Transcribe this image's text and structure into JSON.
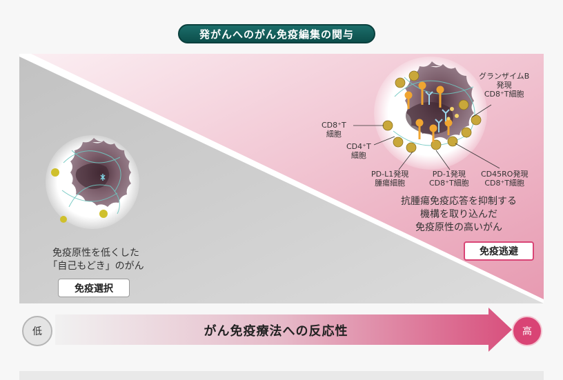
{
  "title": "発がんへのがん免疫編集の関与",
  "left_panel": {
    "description_line1": "免疫原性を低くした",
    "description_line2": "「自己もどき」のがん",
    "tag": "免疫選択"
  },
  "right_panel": {
    "labels": {
      "granzyme_line1": "グランザイムB",
      "granzyme_line2": "発現",
      "granzyme_line3": "CD8⁺T細胞",
      "cd8_line1": "CD8⁺T",
      "cd8_line2": "細胞",
      "cd4_line1": "CD4⁺T",
      "cd4_line2": "細胞",
      "pdl1_line1": "PD-L1発現",
      "pdl1_line2": "腫瘍細胞",
      "pd1_line1": "PD-1発現",
      "pd1_line2": "CD8⁺T細胞",
      "cd45ro_line1": "CD45RO発現",
      "cd45ro_line2": "CD8⁺T細胞"
    },
    "description_line1": "抗腫瘍免疫応答を抑制する",
    "description_line2": "機構を取り込んだ",
    "description_line3": "免疫原性の高いがん",
    "tag": "免疫逃避"
  },
  "axis": {
    "low": "低",
    "high": "高",
    "label": "がん免疫療法への反応性"
  },
  "colors": {
    "title_bg": "#0f5754",
    "pink_accent": "#d94475",
    "gray_region": "#bdbdbd",
    "pink_region": "#f3c6d2",
    "tumor": "#6b4f5c",
    "t_cell": "#c9a73a",
    "pd1_orange": "#f0a531"
  }
}
